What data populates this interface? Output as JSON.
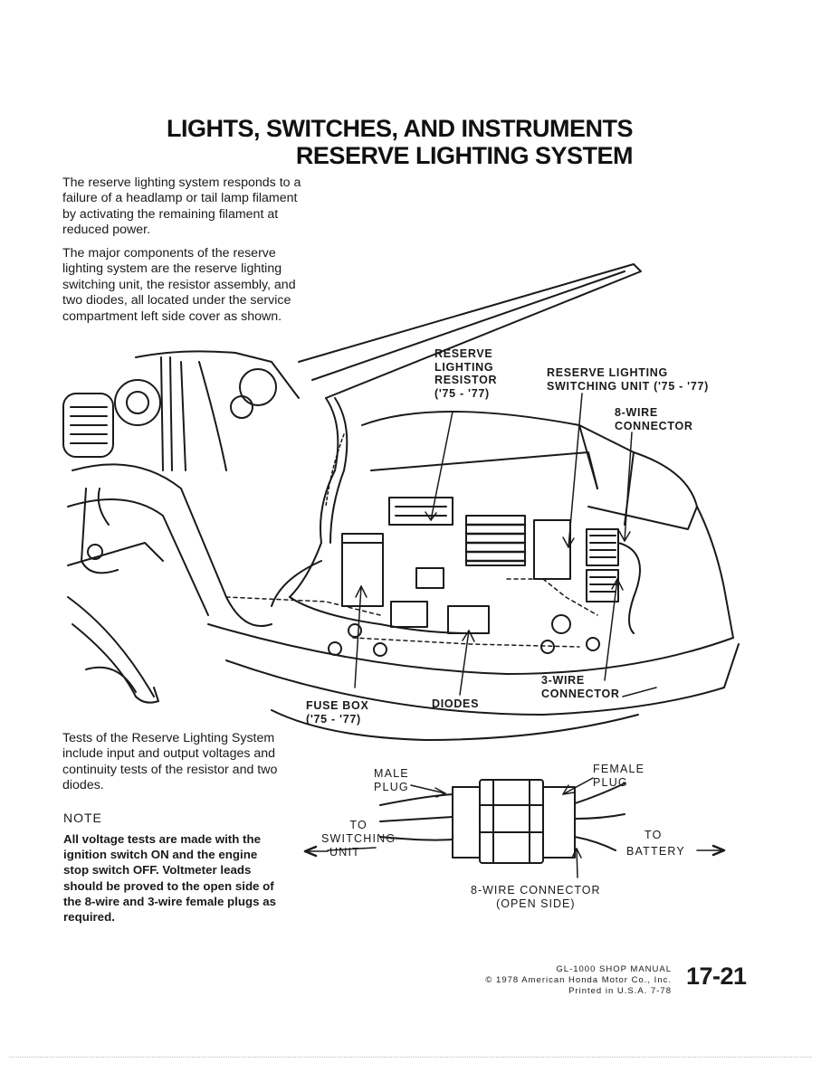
{
  "header": {
    "title_line1": "LIGHTS, SWITCHES, AND INSTRUMENTS",
    "title_line2": "RESERVE LIGHTING SYSTEM"
  },
  "intro": {
    "paragraph1": "The reserve lighting system responds to a failure of a headlamp or tail lamp filament by activating the remaining filament at reduced power.",
    "paragraph2": "The major components of the reserve lighting system are the reserve lighting switching unit, the resistor assembly, and two diodes, all located under the service compartment left side cover as shown."
  },
  "diagram1": {
    "labels": {
      "resistor": "RESERVE\nLIGHTING\nRESISTOR\n('75 - '77)",
      "switching_unit": "RESERVE LIGHTING\nSWITCHING UNIT ('75 - '77)",
      "eight_wire": "8-WIRE\nCONNECTOR",
      "fuse_box": "FUSE BOX\n('75 - '77)",
      "diodes": "DIODES",
      "three_wire": "3-WIRE\nCONNECTOR"
    }
  },
  "tests": {
    "paragraph": "Tests of the Reserve Lighting System include input and output voltages and continuity tests of the resistor and two diodes."
  },
  "note": {
    "heading": "NOTE",
    "body": "All voltage tests are made with the ignition switch ON and the engine stop switch OFF. Voltmeter leads should be proved to the open side of the 8-wire and 3-wire female plugs as required."
  },
  "diagram2": {
    "labels": {
      "male_plug": "MALE\nPLUG",
      "female_plug": "FEMALE\nPLUG",
      "to_switching": "TO\nSWITCHING",
      "unit": "UNIT",
      "to": "TO",
      "battery": "BATTERY",
      "connector": "8-WIRE CONNECTOR\n(OPEN SIDE)"
    }
  },
  "footer": {
    "manual": "GL-1000 SHOP MANUAL",
    "copyright": "© 1978 American Honda Motor Co., Inc.",
    "printed": "Printed in U.S.A. 7-78",
    "page_number": "17-21"
  }
}
